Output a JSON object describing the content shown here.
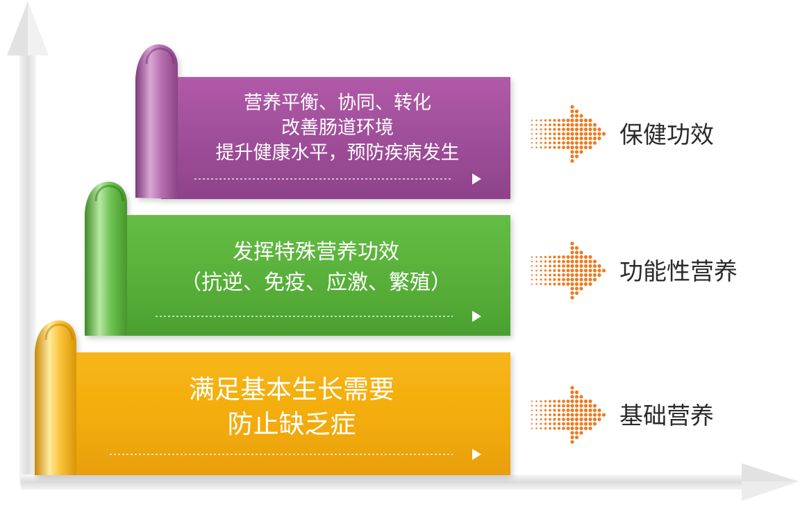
{
  "colors": {
    "tier3": "#9e4d97",
    "tier2": "#59b23a",
    "tier1": "#f2ac0d",
    "arrow": "#ee7a1f",
    "axis": "#e6e6e6"
  },
  "tiers": [
    {
      "id": "tier-3",
      "lines": [
        "营养平衡、协同、转化",
        "改善肠道环境",
        "提升健康水平，预防疾病发生"
      ],
      "label": "保健功效"
    },
    {
      "id": "tier-2",
      "lines": [
        "发挥特殊营养功效",
        "（抗逆、免疫、应激、繁殖）"
      ],
      "label": "功能性营养"
    },
    {
      "id": "tier-1",
      "lines": [
        "满足基本生长需要",
        "防止缺乏症"
      ],
      "label": "基础营养"
    }
  ]
}
